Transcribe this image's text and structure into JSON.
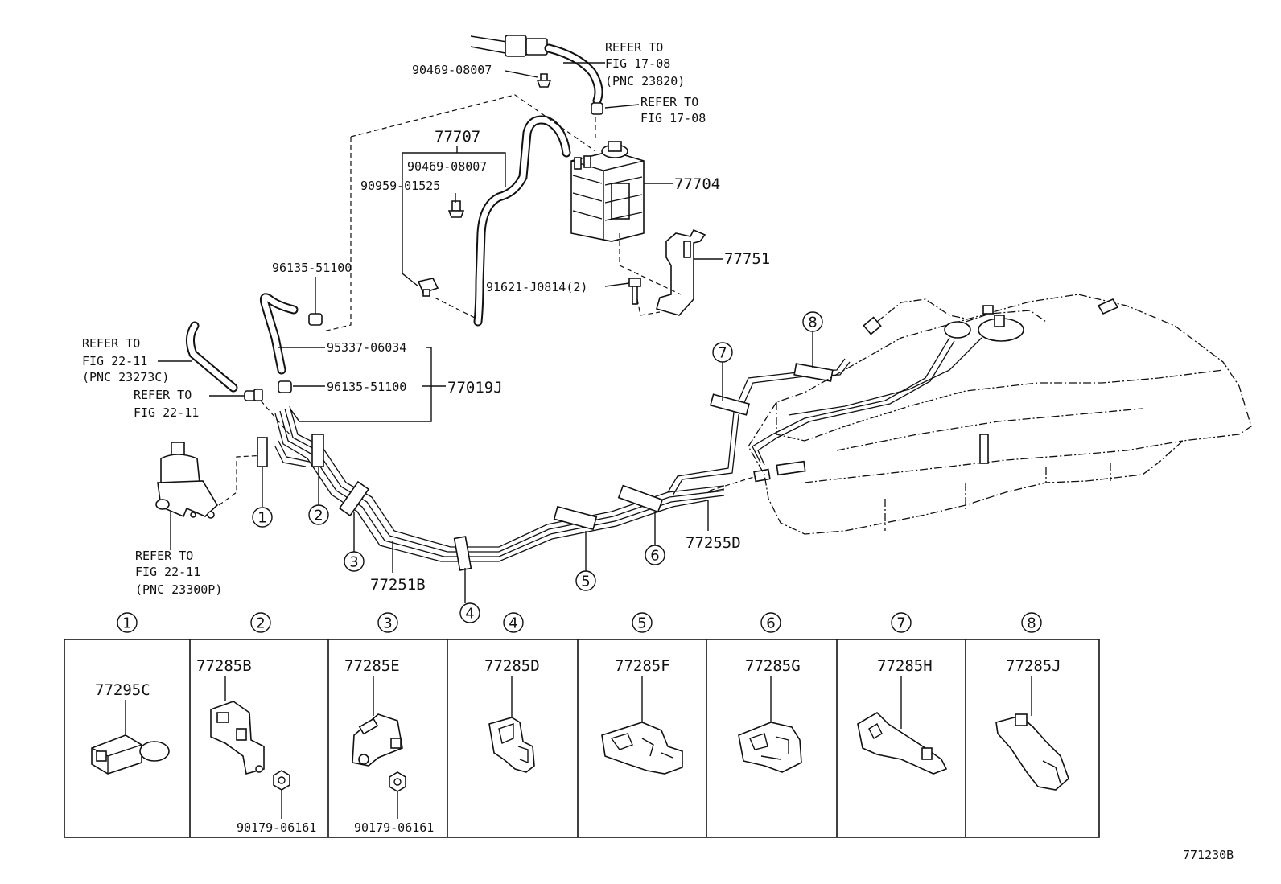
{
  "diagram_id": "771230B",
  "upper_labels": {
    "refer_fig1708_pnc": [
      "REFER TO",
      "FIG 17-08",
      "(PNC 23820)"
    ],
    "refer_fig1708": [
      "REFER TO",
      "FIG 17-08"
    ],
    "refer_fig2211_pnc23273c": [
      "REFER TO",
      "FIG 22-11",
      "(PNC 23273C)"
    ],
    "refer_fig2211": [
      "REFER TO",
      "FIG 22-11"
    ],
    "refer_fig2211_pnc23300p": [
      "REFER TO",
      "FIG 22-11",
      "(PNC 23300P)"
    ],
    "p90469_top": "90469-08007",
    "p77707": "77707",
    "p90469_mid": "90469-08007",
    "p90959": "90959-01525",
    "p77704": "77704",
    "p77751": "77751",
    "p91621": "91621-J0814(2)",
    "p96135_top": "96135-51100",
    "p95337": "95337-06034",
    "p96135_mid": "96135-51100",
    "p77019j": "77019J",
    "p77255d": "77255D",
    "p77251b": "77251B"
  },
  "callouts": [
    "1",
    "2",
    "3",
    "4",
    "5",
    "6",
    "7",
    "8"
  ],
  "clamp_table": [
    {
      "num": "1",
      "part": "77295C",
      "nut": ""
    },
    {
      "num": "2",
      "part": "77285B",
      "nut": "90179-06161"
    },
    {
      "num": "3",
      "part": "77285E",
      "nut": "90179-06161"
    },
    {
      "num": "4",
      "part": "77285D",
      "nut": ""
    },
    {
      "num": "5",
      "part": "77285F",
      "nut": ""
    },
    {
      "num": "6",
      "part": "77285G",
      "nut": ""
    },
    {
      "num": "7",
      "part": "77285H",
      "nut": ""
    },
    {
      "num": "8",
      "part": "77285J",
      "nut": ""
    }
  ]
}
